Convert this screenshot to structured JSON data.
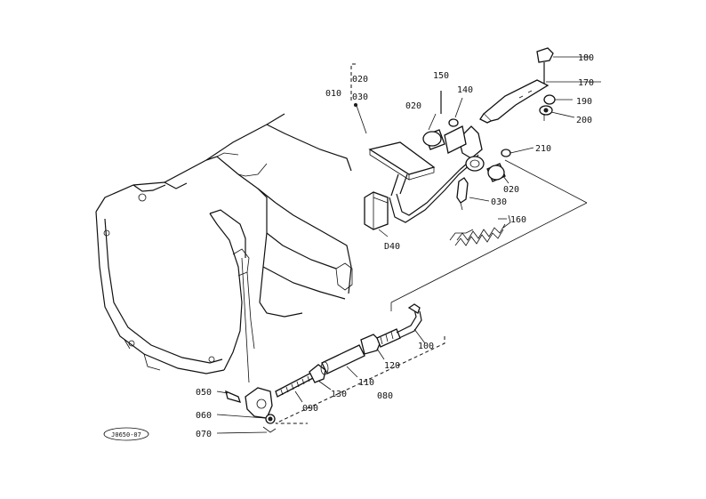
{
  "callouts": {
    "p010": "010",
    "p020_top": "020",
    "p030_top": "030",
    "p020_left": "020",
    "p150": "150",
    "p140": "140",
    "p180": "180",
    "p170": "170",
    "p190": "190",
    "p200": "200",
    "p210": "210",
    "p020_right": "020",
    "p030_mid": "030",
    "p160": "160",
    "p040": "D40",
    "p100": "100",
    "p120": "120",
    "p110": "110",
    "p080": "080",
    "p130": "130",
    "p090": "090",
    "p050": "050",
    "p060": "060",
    "p070": "070"
  },
  "figure_code": "J0650-07"
}
